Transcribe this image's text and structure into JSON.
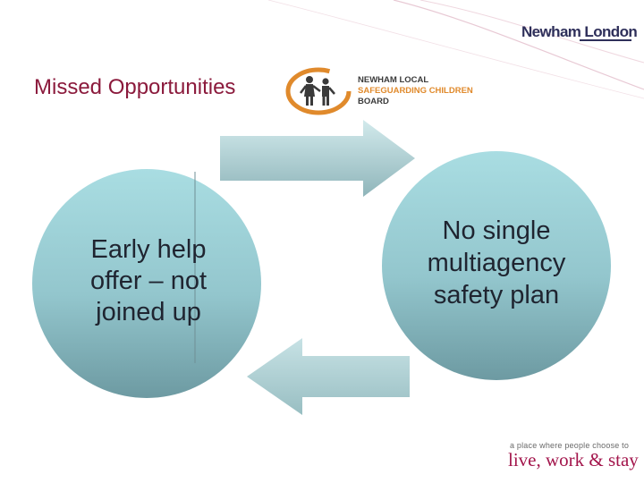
{
  "header": {
    "brand": "Newham London",
    "slide_title": "Missed Opportunities"
  },
  "logo": {
    "line1": "NEWHAM LOCAL",
    "line2": "SAFEGUARDING CHILDREN",
    "line3": "BOARD"
  },
  "diagram": {
    "left_node": "Early help offer – not joined up",
    "left_lines": [
      "Early help",
      "offer – not",
      "joined up"
    ],
    "right_node": "No single multiagency safety plan",
    "right_lines": [
      "No single",
      "multiagency",
      "safety plan"
    ],
    "colors": {
      "circle_top": "#a7dbe0",
      "circle_bottom": "#6f9ea6",
      "arrow_top": "#cde6e9",
      "arrow_bottom": "#93b9bd"
    }
  },
  "footer": {
    "tagline_small": "a place where people choose to",
    "tagline_big": "live, work & stay"
  }
}
